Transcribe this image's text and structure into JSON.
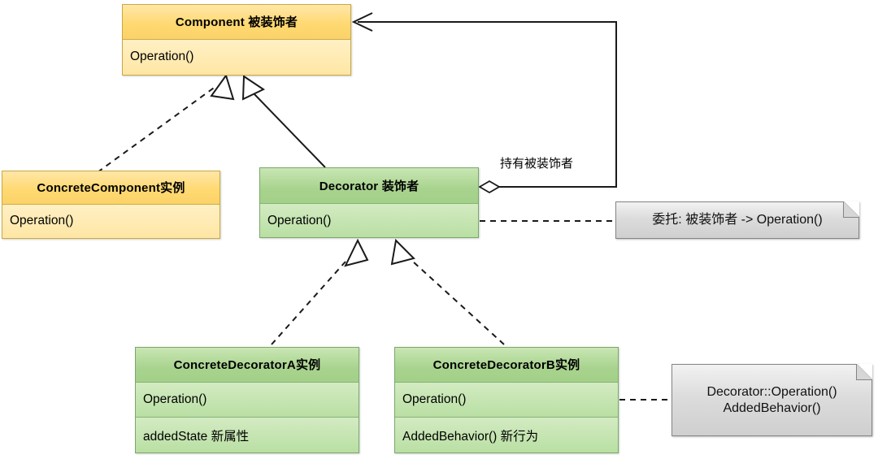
{
  "diagram": {
    "title": "Decorator Pattern UML Class Diagram",
    "colors": {
      "yellow_header": "#ffd972",
      "yellow_body": "#ffe6a4",
      "green_header": "#a8d38e",
      "green_body": "#b9dfa3",
      "note_bg": "#dcdcdc",
      "line": "#1a1a1a"
    }
  },
  "classes": {
    "component": {
      "name": "Component 被装饰者",
      "members": [
        "Operation()"
      ]
    },
    "concrete_component": {
      "name": "ConcreteComponent实例",
      "members": [
        "Operation()"
      ]
    },
    "decorator": {
      "name": "Decorator 装饰者",
      "members": [
        "Operation()"
      ]
    },
    "concrete_decorator_a": {
      "name": "ConcreteDecoratorA实例",
      "members": [
        "Operation()",
        "addedState 新属性"
      ]
    },
    "concrete_decorator_b": {
      "name": "ConcreteDecoratorB实例",
      "members": [
        "Operation()",
        "AddedBehavior() 新行为"
      ]
    }
  },
  "notes": {
    "delegate": {
      "lines": [
        "委托: 被装饰者 -> Operation()"
      ]
    },
    "decorator_b_detail": {
      "lines": [
        "Decorator::Operation()",
        "AddedBehavior()"
      ]
    }
  },
  "edges": {
    "aggregation_label": "持有被装饰者"
  }
}
